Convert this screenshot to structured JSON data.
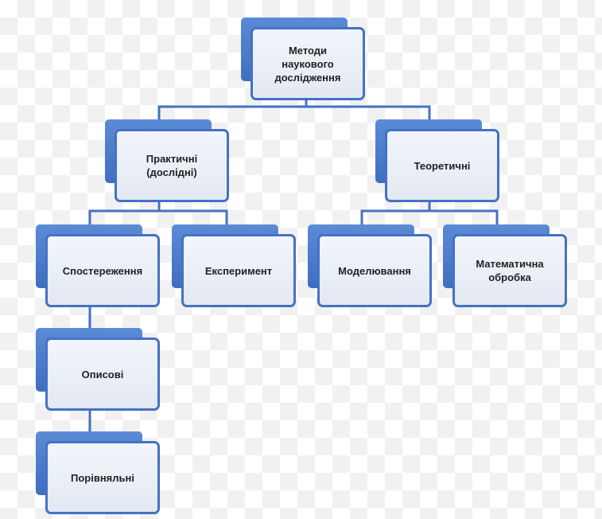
{
  "diagram": {
    "type": "hierarchy",
    "colors": {
      "accent": "#4472c4",
      "card_fill": "#e8edf5",
      "text": "#222222"
    },
    "root": {
      "label": "Методи\nнаукового\nдослідження"
    },
    "practical": {
      "label": "Практичні\n(дослідні)"
    },
    "theoretical": {
      "label": "Теоретичні"
    },
    "observation": {
      "label": "Спостереження"
    },
    "experiment": {
      "label": "Експеримент"
    },
    "modeling": {
      "label": "Моделювання"
    },
    "math_processing": {
      "label": "Математична\nобробка"
    },
    "descriptive": {
      "label": "Описові"
    },
    "comparative": {
      "label": "Порівняльні"
    },
    "edges": [
      [
        "root",
        "practical"
      ],
      [
        "root",
        "theoretical"
      ],
      [
        "practical",
        "observation"
      ],
      [
        "practical",
        "experiment"
      ],
      [
        "theoretical",
        "modeling"
      ],
      [
        "theoretical",
        "math_processing"
      ],
      [
        "observation",
        "descriptive"
      ],
      [
        "descriptive",
        "comparative"
      ]
    ]
  }
}
